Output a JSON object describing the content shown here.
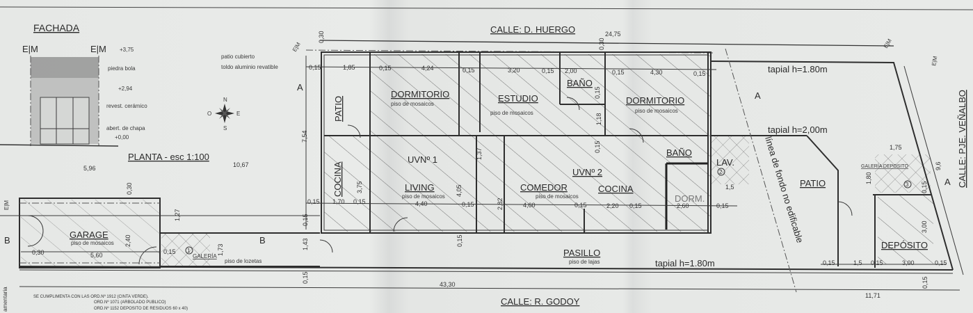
{
  "fachada": {
    "title": "FACHADA",
    "em_left": "E|M",
    "em_right": "E|M",
    "level_top": "+3,75",
    "material_top": "piedra bola",
    "level_mid": "+2,94",
    "material_mid": "revest. cerámico",
    "material_low": "abert. de chapa",
    "level_base": "+0,00"
  },
  "annotations": {
    "patio_cubierto": "patio cubierto",
    "toldo": "toldo aluminio revatible",
    "plan_title": "PLANTA - esc 1:100",
    "section_a": "A",
    "section_b": "B",
    "em": "E|M",
    "tapial_180": "tapial h=1.80m",
    "tapial_200": "tapial h=2,00m",
    "linea_fondo": "línea de fondo no edificable",
    "side_margin": "amentaria"
  },
  "compass": {
    "n": "N",
    "s": "S",
    "e": "E",
    "o": "O"
  },
  "streets": {
    "north": "CALLE:  D. HUERGO",
    "south": "CALLE: R. GODOY",
    "east": "CALLE: PJE. VEÑALBO"
  },
  "rooms": {
    "patio_left": "PATIO",
    "dormitorio_1": "DORMITORIO",
    "dormitorio_1_floor": "piso de mosaicos",
    "estudio": "ESTUDIO",
    "estudio_floor": "piso de mosaicos",
    "bano_1": "BAÑO",
    "dormitorio_2": "DORMITORIO",
    "dormitorio_2_floor": "piso de mosaicos",
    "uvn_1": "UVNº 1",
    "living": "LIVING",
    "living_floor": "piso de mosaicos",
    "cocina_1": "COCINA",
    "uvn_2": "UVNº 2",
    "comedor": "COMEDOR",
    "comedor_floor": "piso de mosaicos",
    "cocina_2": "COCINA",
    "bano_2": "BAÑO",
    "lav": "LAV.",
    "lav_num": "2",
    "dorm": "DORM.",
    "patio_right": "PATIO",
    "galeria_deposito": "GALERÍA DEPOSITO",
    "galeria_deposito_num": "3",
    "deposito": "DEPÓSITO",
    "garage": "GARAGE",
    "garage_floor": "piso de mosaicos",
    "galeria": "GALERÍA",
    "galeria_num": "1",
    "galeria_floor": "piso de lozetas",
    "pasillo": "PASILLO",
    "pasillo_floor": "piso de lajas"
  },
  "dims": [
    "0,30",
    "24,75",
    "0,30",
    "0,15",
    "1,85",
    "0,15",
    "4,24",
    "0,15",
    "3,20",
    "0,15",
    "2,00",
    "0,15",
    "4,30",
    "0,15",
    "7,54",
    "5,96",
    "10,67",
    "0,15",
    "1,70",
    "0,15",
    "4,40",
    "0,15",
    "4,60",
    "0,15",
    "2,20",
    "0,15",
    "2,60",
    "0,15",
    "1,5",
    "43,30",
    "11,71",
    "1,75",
    "1,80",
    "0,15",
    "3,00",
    "0,15",
    "1,5",
    "0,15",
    "3,00",
    "0,15",
    "0,15",
    "9,6",
    "5,60",
    "0,30",
    "0,15",
    "1,27",
    "1,73",
    "2,40",
    "0,30",
    "1,43",
    "0,15",
    "0,15",
    "3,75",
    "4,05",
    "2,82",
    "0,15",
    "1,37",
    "0,15",
    "1,18",
    "0,15"
  ],
  "notes": [
    "SE CUMPLIMENTA CON LAS ORD.Nº 1912 (CINTA VERDE).",
    "ORD.Nº 1071 (ARBOLADO PUBLICO)",
    "ORD.Nº 1152 DEPOSITO DE RESIDUOS 60 x 40)"
  ]
}
